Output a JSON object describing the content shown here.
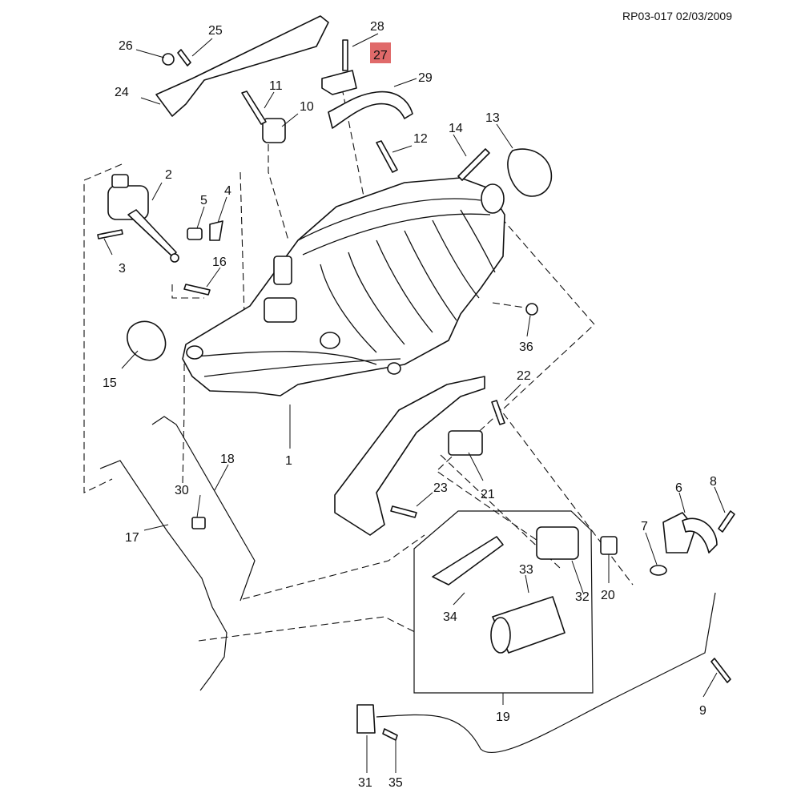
{
  "document": {
    "reference": "RP03-017 02/03/2009",
    "highlight_color": "#e06a6a",
    "line_color": "#111111",
    "highlighted_callout": "27"
  },
  "callouts": {
    "c1": "1",
    "c2": "2",
    "c3": "3",
    "c4": "4",
    "c5": "5",
    "c6": "6",
    "c7": "7",
    "c8": "8",
    "c9": "9",
    "c10": "10",
    "c11": "11",
    "c12": "12",
    "c13": "13",
    "c14": "14",
    "c15": "15",
    "c16": "16",
    "c17": "17",
    "c18": "18",
    "c19": "19",
    "c20": "20",
    "c21": "21",
    "c22": "22",
    "c23": "23",
    "c24": "24",
    "c25": "25",
    "c26": "26",
    "c27": "27",
    "c28": "28",
    "c29": "29",
    "c30": "30",
    "c31": "31",
    "c32": "32",
    "c33": "33",
    "c34": "34",
    "c35": "35",
    "c36": "36"
  }
}
